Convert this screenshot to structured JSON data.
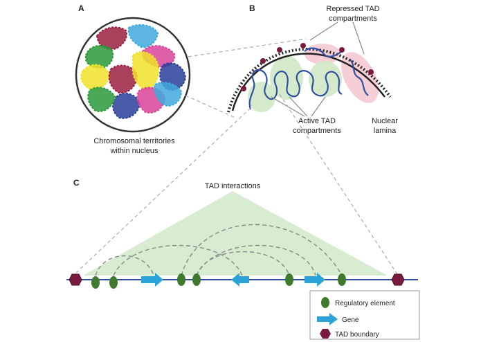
{
  "panels": {
    "a": "A",
    "b": "B",
    "c": "C"
  },
  "labels": {
    "repressed_line1": "Repressed TAD",
    "repressed_line2": "compartments",
    "active_line1": "Active TAD",
    "active_line2": "compartments",
    "lamina_line1": "Nuclear",
    "lamina_line2": "lamina",
    "territories_line1": "Chromosomal territories",
    "territories_line2": "within nucleus",
    "tad_interactions": "TAD interactions"
  },
  "legend": {
    "regulatory": "Regulatory element",
    "gene": "Gene",
    "boundary": "TAD boundary"
  },
  "colors": {
    "chromatin_blue": "#2f4fa3",
    "regulatory_green": "#3f7a2e",
    "gene_blue": "#2ba3d8",
    "boundary_maroon": "#7a1a3f",
    "active_fill": "#cfe8c4",
    "repressed_fill": "#f4c6cf",
    "triangle_fill": "#d7ecd0"
  },
  "territory_colors": [
    "#9a1e40",
    "#3fa9dc",
    "#2a9a3c",
    "#d9449a",
    "#f0e22a",
    "#2a3f9a",
    "#9a1e40",
    "#f0e22a",
    "#2a3f9a",
    "#d9449a",
    "#3fa9dc",
    "#2a9a3c"
  ]
}
